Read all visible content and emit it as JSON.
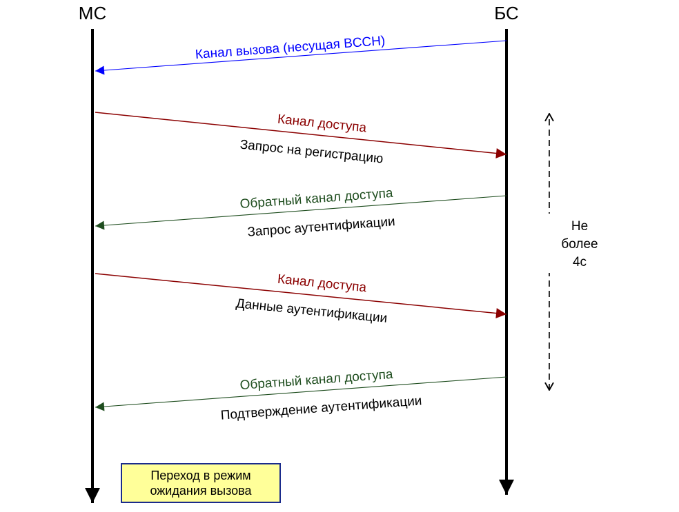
{
  "diagram": {
    "ms_label": "МС",
    "bs_label": "БС",
    "colors": {
      "blue": "#0000ff",
      "darkred": "#8b0000",
      "darkgreen": "#1e4d1e",
      "black": "#000000",
      "note_bg": "#ffff99",
      "note_border": "#1a2b8c"
    },
    "messages": [
      {
        "above": "Канал вызова (несущая BCCH)",
        "below": "",
        "direction": "bs-to-ms",
        "color": "#0000ff"
      },
      {
        "above": "Канал доступа",
        "below": "Запрос на регистрацию",
        "direction": "ms-to-bs",
        "color": "#8b0000"
      },
      {
        "above": "Обратный канал доступа",
        "below": "Запрос аутентификации",
        "direction": "bs-to-ms",
        "color": "#1e4d1e"
      },
      {
        "above": "Канал доступа",
        "below": "Данные аутентификации",
        "direction": "ms-to-bs",
        "color": "#8b0000"
      },
      {
        "above": "Обратный канал доступа",
        "below": "Подтверждение аутентификации",
        "direction": "bs-to-ms",
        "color": "#1e4d1e"
      }
    ],
    "timing": {
      "line1": "Не",
      "line2": "более",
      "line3": "4с"
    },
    "note": "Переход в режим\nожидания вызова"
  }
}
